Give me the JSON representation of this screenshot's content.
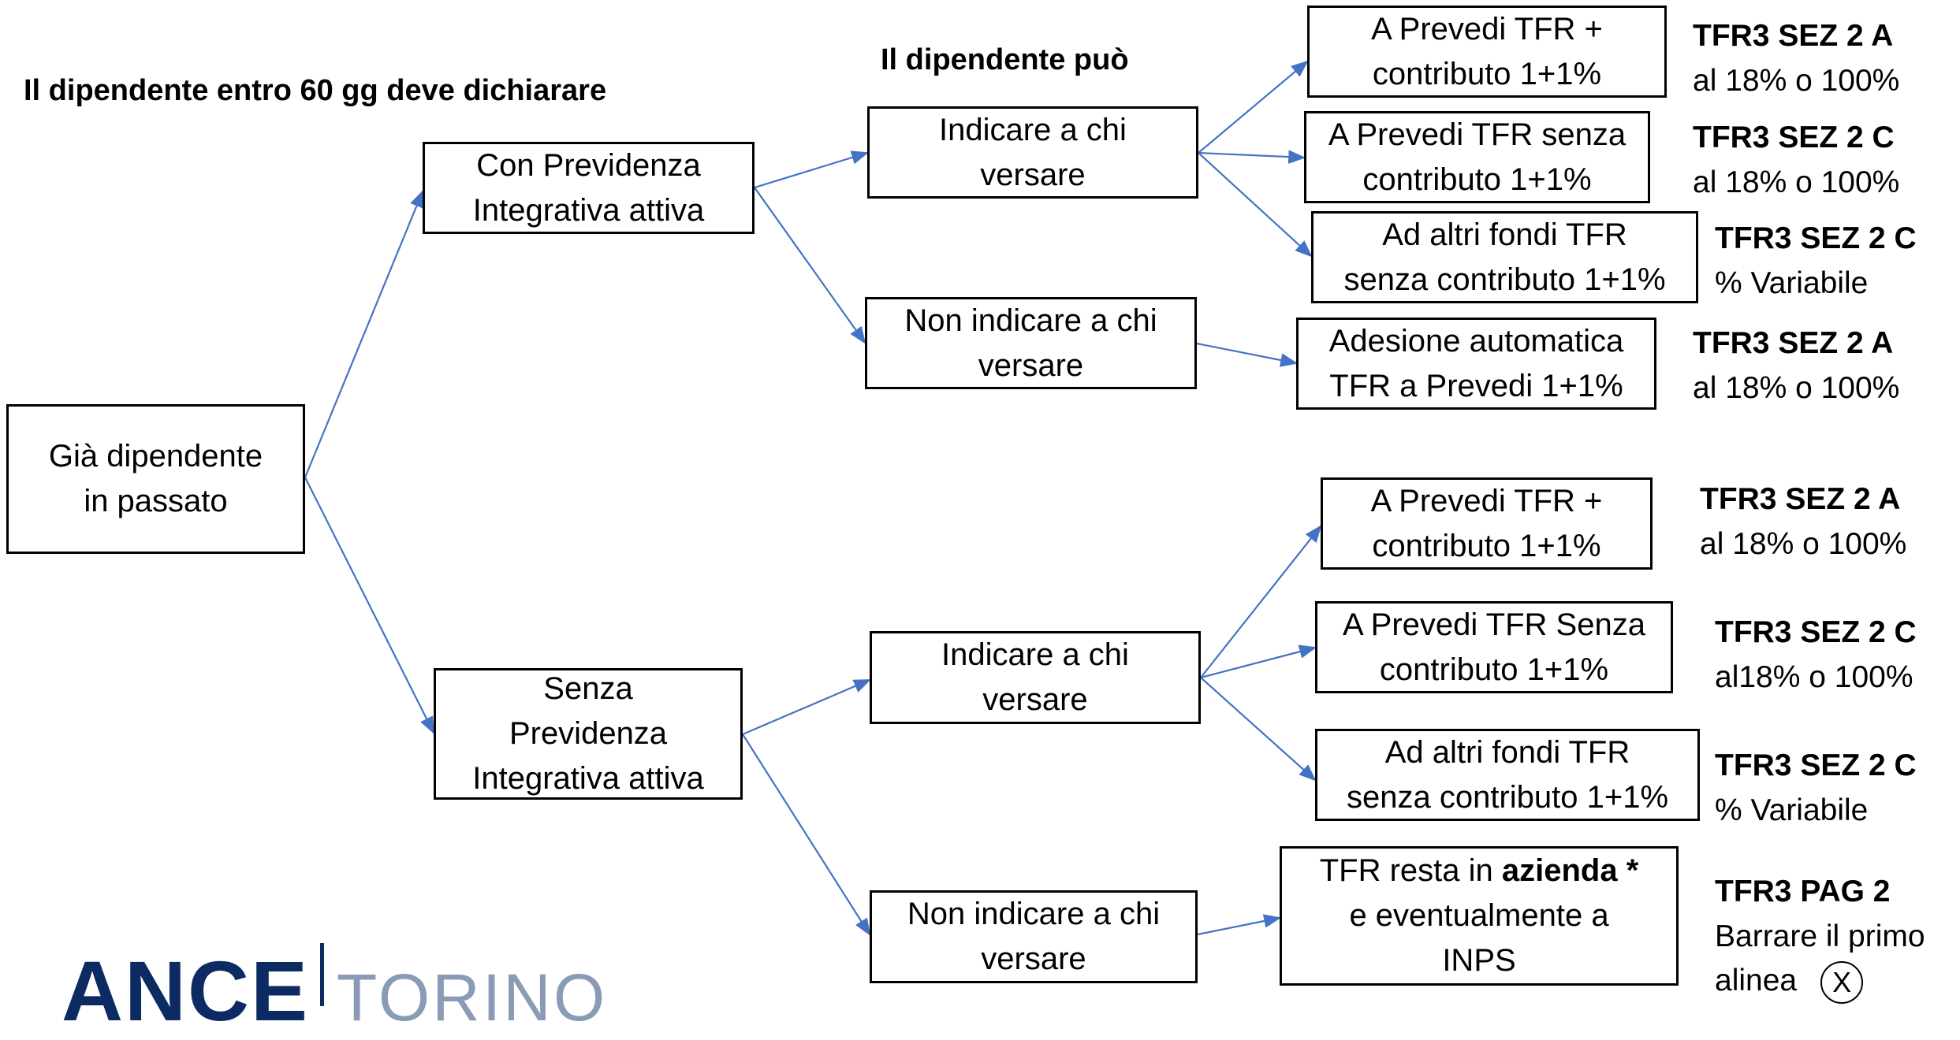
{
  "headings": {
    "left": "Il dipendente entro 60 gg deve dichiarare",
    "middle": "Il dipendente  può"
  },
  "root": [
    "Già  dipendente",
    "in passato"
  ],
  "branches": {
    "con": [
      "Con Previdenza",
      "Integrativa attiva"
    ],
    "senza": [
      "Senza",
      "Previdenza",
      "Integrativa attiva"
    ]
  },
  "choices": {
    "con_indicare": [
      "Indicare  a chi",
      "versare"
    ],
    "con_non_indicare": [
      "Non indicare  a chi",
      "versare"
    ],
    "senza_indicare": [
      "Indicare a chi",
      "versare"
    ],
    "senza_non_indicare": [
      "Non indicare a chi",
      "versare"
    ]
  },
  "outcomes": {
    "con_a": [
      "A Prevedi TFR +",
      "contributo 1+1%"
    ],
    "con_b": [
      "A Prevedi TFR senza",
      "contributo 1+1%"
    ],
    "con_c": [
      "Ad altri fondi TFR",
      "senza contributo 1+1%"
    ],
    "con_d": [
      "Adesione automatica",
      "TFR a Prevedi 1+1%"
    ],
    "senza_a": [
      "A Prevedi TFR +",
      "contributo 1+1%"
    ],
    "senza_b": [
      "A Prevedi TFR Senza",
      "contributo 1+1%"
    ],
    "senza_c": [
      "Ad altri  fondi TFR",
      "senza contributo 1+1%"
    ],
    "senza_d": {
      "line1_prefix": "TFR resta in ",
      "line1_bold": "azienda *",
      "line2": "e eventualmente a",
      "line3": "INPS"
    }
  },
  "labels": {
    "con_a": {
      "title": "TFR3 SEZ 2  A",
      "note": "al 18% o 100%"
    },
    "con_b": {
      "title": "TFR3 SEZ 2 C",
      "note": "al 18% o 100%"
    },
    "con_c": {
      "title": "TFR3 SEZ 2 C",
      "note": "% Variabile"
    },
    "con_d": {
      "title": "TFR3 SEZ 2  A",
      "note": "al 18% o 100%"
    },
    "senza_a": {
      "title": "TFR3 SEZ 2  A",
      "note": "al 18% o 100%"
    },
    "senza_b": {
      "title": "TFR3 SEZ 2 C",
      "note": "al18% o 100%"
    },
    "senza_c": {
      "title": "TFR3 SEZ 2 C",
      "note": "% Variabile"
    },
    "senza_d": {
      "title": "TFR3 PAG  2",
      "note1": "Barrare il primo",
      "note2": "alinea",
      "mark": "X"
    }
  },
  "logo": {
    "brand": "ANCE",
    "city": "TORINO"
  },
  "colors": {
    "arrow": "#4472c4",
    "logo_primary": "#0d2b63",
    "logo_secondary": "#8a9bb5"
  }
}
